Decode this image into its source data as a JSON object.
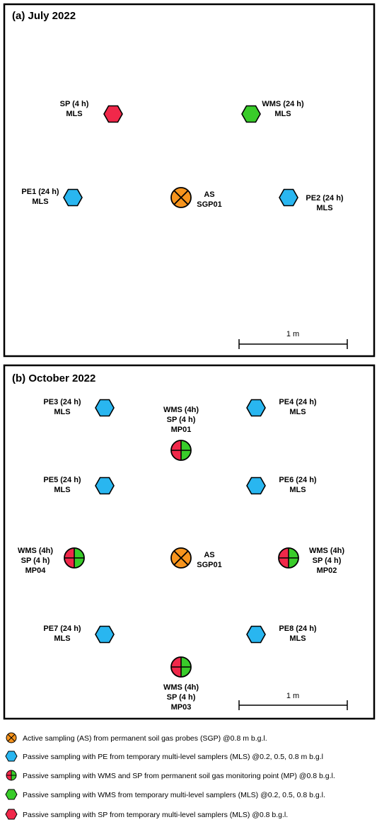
{
  "colors": {
    "active_orange": "#f7941d",
    "pe_blue": "#29b6f0",
    "wms_green": "#39cc2a",
    "sp_red": "#f0284a",
    "frame": "#000000"
  },
  "panel_a": {
    "title": "(a) July 2022",
    "scale_label": "1 m",
    "points": {
      "sp": {
        "line1": "SP (4 h)",
        "line2": "MLS"
      },
      "wms": {
        "line1": "WMS (24 h)",
        "line2": "MLS"
      },
      "pe1": {
        "line1": "PE1 (24 h)",
        "line2": "MLS"
      },
      "as": {
        "line1": "AS",
        "line2": "SGP01"
      },
      "pe2": {
        "line1": "PE2 (24 h)",
        "line2": "MLS"
      }
    }
  },
  "panel_b": {
    "title": "(b) October 2022",
    "scale_label": "1 m",
    "points": {
      "pe3": {
        "line1": "PE3 (24 h)",
        "line2": "MLS"
      },
      "pe4": {
        "line1": "PE4 (24 h)",
        "line2": "MLS"
      },
      "mp01": {
        "line1": "WMS (4h)",
        "line2": "SP (4 h)",
        "line3": "MP01"
      },
      "pe5": {
        "line1": "PE5 (24 h)",
        "line2": "MLS"
      },
      "pe6": {
        "line1": "PE6 (24 h)",
        "line2": "MLS"
      },
      "mp04": {
        "line1": "WMS (4h)",
        "line2": "SP (4 h)",
        "line3": "MP04"
      },
      "as": {
        "line1": "AS",
        "line2": "SGP01"
      },
      "mp02": {
        "line1": "WMS (4h)",
        "line2": "SP (4 h)",
        "line3": "MP02"
      },
      "pe7": {
        "line1": "PE7 (24 h)",
        "line2": "MLS"
      },
      "pe8": {
        "line1": "PE8 (24 h)",
        "line2": "MLS"
      },
      "mp03": {
        "line1": "WMS (4h)",
        "line2": "SP (4 h)",
        "line3": "MP03"
      }
    }
  },
  "legend": {
    "active": "Active sampling (AS) from permanent soil gas probes (SGP) @0.8 m b.g.l.",
    "pe": "Passive sampling with PE from temporary multi-level samplers (MLS) @0.2, 0.5, 0.8 m b.g.l",
    "mp": "Passive sampling with WMS and SP from permanent soil gas monitoring point (MP) @0.8 b.g.l.",
    "wms": "Passive sampling with WMS from temporary multi-level samplers (MLS) @0.2, 0.5, 0.8 b.g.l.",
    "sp": "Passive sampling with SP from temporary multi-level samplers (MLS) @0.8 b.g.l."
  }
}
